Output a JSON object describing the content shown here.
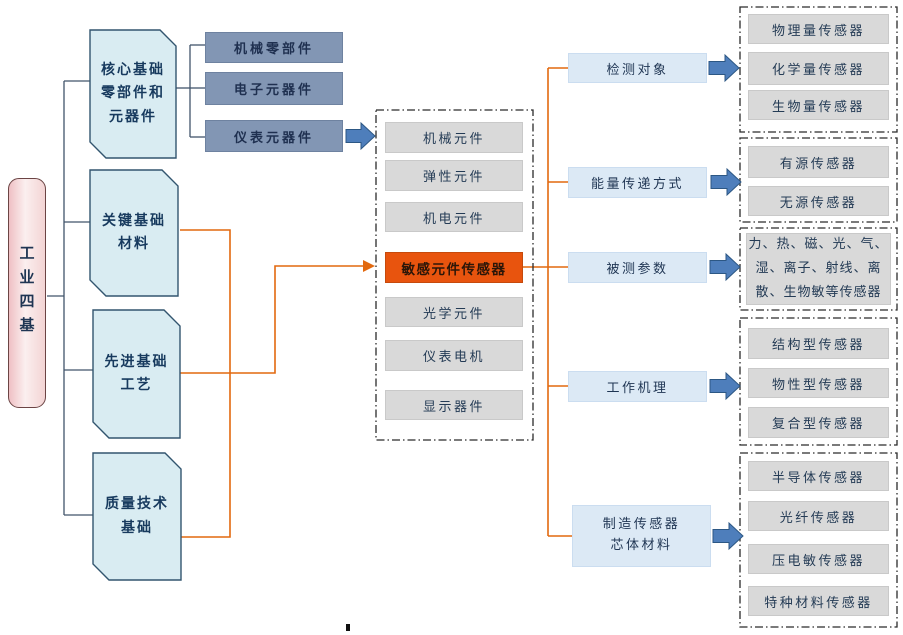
{
  "root": {
    "label": "工业四基"
  },
  "pillars": [
    {
      "label": "核心基础\n零部件和\n元器件"
    },
    {
      "label": "关键基础\n材料"
    },
    {
      "label": "先进基础\n工艺"
    },
    {
      "label": "质量技术\n基础"
    }
  ],
  "components": [
    {
      "label": "机械零部件"
    },
    {
      "label": "电子元器件"
    },
    {
      "label": "仪表元器件"
    }
  ],
  "core_elements": {
    "items": [
      {
        "label": "机械元件"
      },
      {
        "label": "弹性元件"
      },
      {
        "label": "机电元件"
      },
      {
        "label": "敏感元件传感器"
      },
      {
        "label": "光学元件"
      },
      {
        "label": "仪表电机"
      },
      {
        "label": "显示器件"
      }
    ],
    "highlighted": "敏感元件传感器"
  },
  "branches": [
    {
      "label": "检测对象",
      "items": [
        {
          "label": "物理量传感器"
        },
        {
          "label": "化学量传感器"
        },
        {
          "label": "生物量传感器"
        }
      ]
    },
    {
      "label": "能量传递方式",
      "items": [
        {
          "label": "有源传感器"
        },
        {
          "label": "无源传感器"
        }
      ]
    },
    {
      "label": "被测参数",
      "items": [
        {
          "label": "力、热、磁、光、气、\n湿、离子、射线、离\n散、生物敏等传感器"
        }
      ]
    },
    {
      "label": "工作机理",
      "items": [
        {
          "label": "结构型传感器"
        },
        {
          "label": "物性型传感器"
        },
        {
          "label": "复合型传感器"
        }
      ]
    },
    {
      "label": "制造传感器\n芯体材料",
      "items": [
        {
          "label": "半导体传感器"
        },
        {
          "label": "光纤传感器"
        },
        {
          "label": "压电敏传感器"
        },
        {
          "label": "特种材料传感器"
        }
      ]
    }
  ],
  "colors": {
    "highlight_orange": "#E8540E",
    "flow_line_orange": "#E2690F",
    "block_arrow_blue": "#4E7EBB",
    "component_blue_gray": "#8296B4",
    "pillar_fill": "#D9ECF2",
    "pillar_border": "#32556F",
    "item_gray": "#D9D9D9",
    "branch_label_blue": "#DCE9F5",
    "root_pink": "#F3D4D4",
    "connector_navy": "#41546B"
  }
}
